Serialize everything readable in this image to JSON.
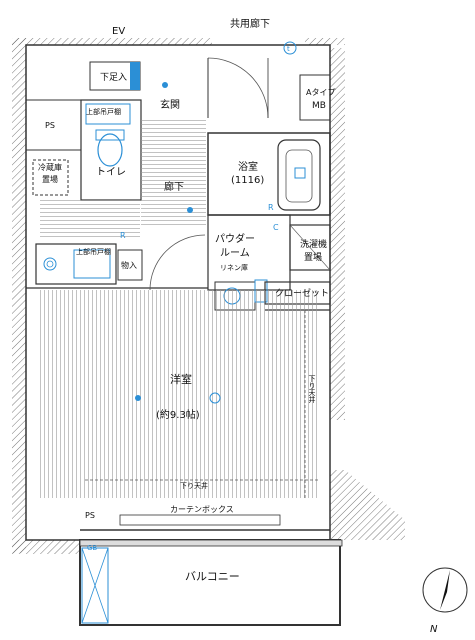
{
  "labels": {
    "ev": "EV",
    "corridor": "共用廊下",
    "shoe_box": "下足入",
    "entrance": "玄関",
    "a_type_mb_1": "Aタイプ",
    "a_type_mb_2": "MB",
    "ps_top": "PS",
    "upper_cabinet_toilet": "上部吊戸棚",
    "toilet": "トイレ",
    "fridge_1": "冷蔵庫",
    "fridge_2": "置場",
    "hallway": "廊下",
    "bathroom": "浴室",
    "bath_size": "(1116)",
    "powder_room_1": "パウダー",
    "powder_room_2": "ルーム",
    "linen": "リネン庫",
    "washer_1": "洗濯機",
    "washer_2": "置場",
    "upper_cabinet_kitchen": "上部吊戸棚",
    "storage": "物入",
    "closet": "クローゼット",
    "western_room": "洋室",
    "room_size": "(約9.3帖)",
    "lowered_ceiling_right": "下り天井",
    "lowered_ceiling_bottom": "下り天井",
    "curtain_box": "カーテンボックス",
    "ps_bottom": "PS",
    "balcony": "バルコニー",
    "north": "N",
    "bath_symbol": "R",
    "closet_symbol": "R",
    "washer_symbol": "C",
    "gb": "GB",
    "tv": "t"
  }
}
